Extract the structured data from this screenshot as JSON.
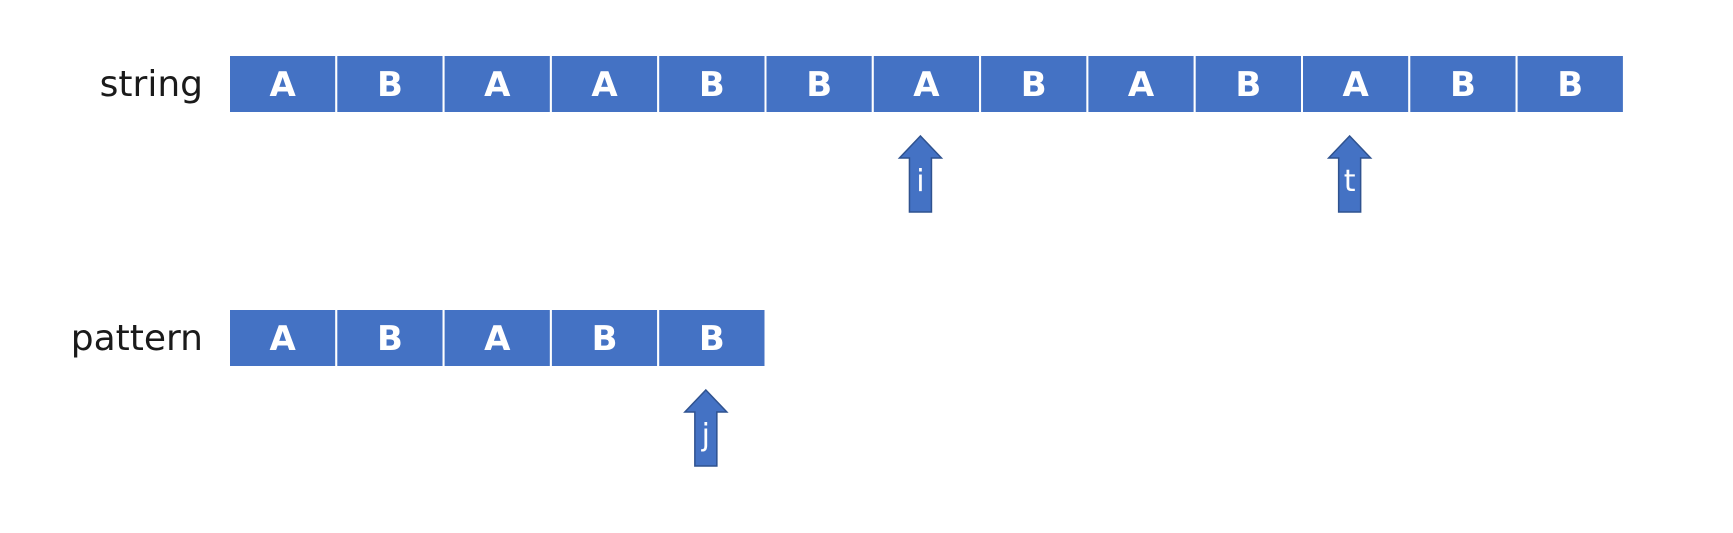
{
  "colors": {
    "cell_fill": "#4472c4",
    "arrow_fill": "#4472c4"
  },
  "rows": [
    {
      "id": "string",
      "label": "string",
      "cells": [
        "A",
        "B",
        "A",
        "A",
        "B",
        "B",
        "A",
        "B",
        "A",
        "B",
        "A",
        "B",
        "B"
      ]
    },
    {
      "id": "pattern",
      "label": "pattern",
      "cells": [
        "A",
        "B",
        "A",
        "B",
        "B"
      ]
    }
  ],
  "pointers": [
    {
      "label": "i",
      "row": "string",
      "index": 6
    },
    {
      "label": "t",
      "row": "string",
      "index": 10
    },
    {
      "label": "j",
      "row": "pattern",
      "index": 4
    }
  ]
}
